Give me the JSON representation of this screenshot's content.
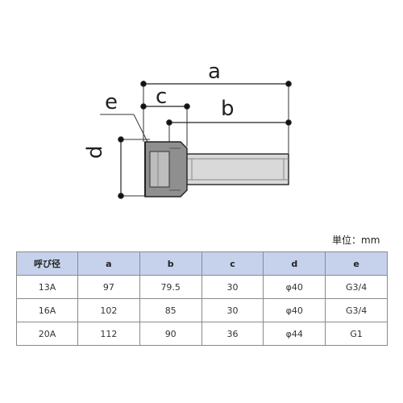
{
  "drawing": {
    "labels": {
      "a": "a",
      "b": "b",
      "c": "c",
      "d": "d",
      "e": "e"
    }
  },
  "unit_note": "単位：mm",
  "table": {
    "headers": [
      "呼び径",
      "a",
      "b",
      "c",
      "d",
      "e"
    ],
    "rows": [
      [
        "13A",
        "97",
        "79.5",
        "30",
        "φ40",
        "G3/4"
      ],
      [
        "16A",
        "102",
        "85",
        "30",
        "φ40",
        "G3/4"
      ],
      [
        "20A",
        "112",
        "90",
        "36",
        "φ44",
        "G1"
      ]
    ]
  }
}
